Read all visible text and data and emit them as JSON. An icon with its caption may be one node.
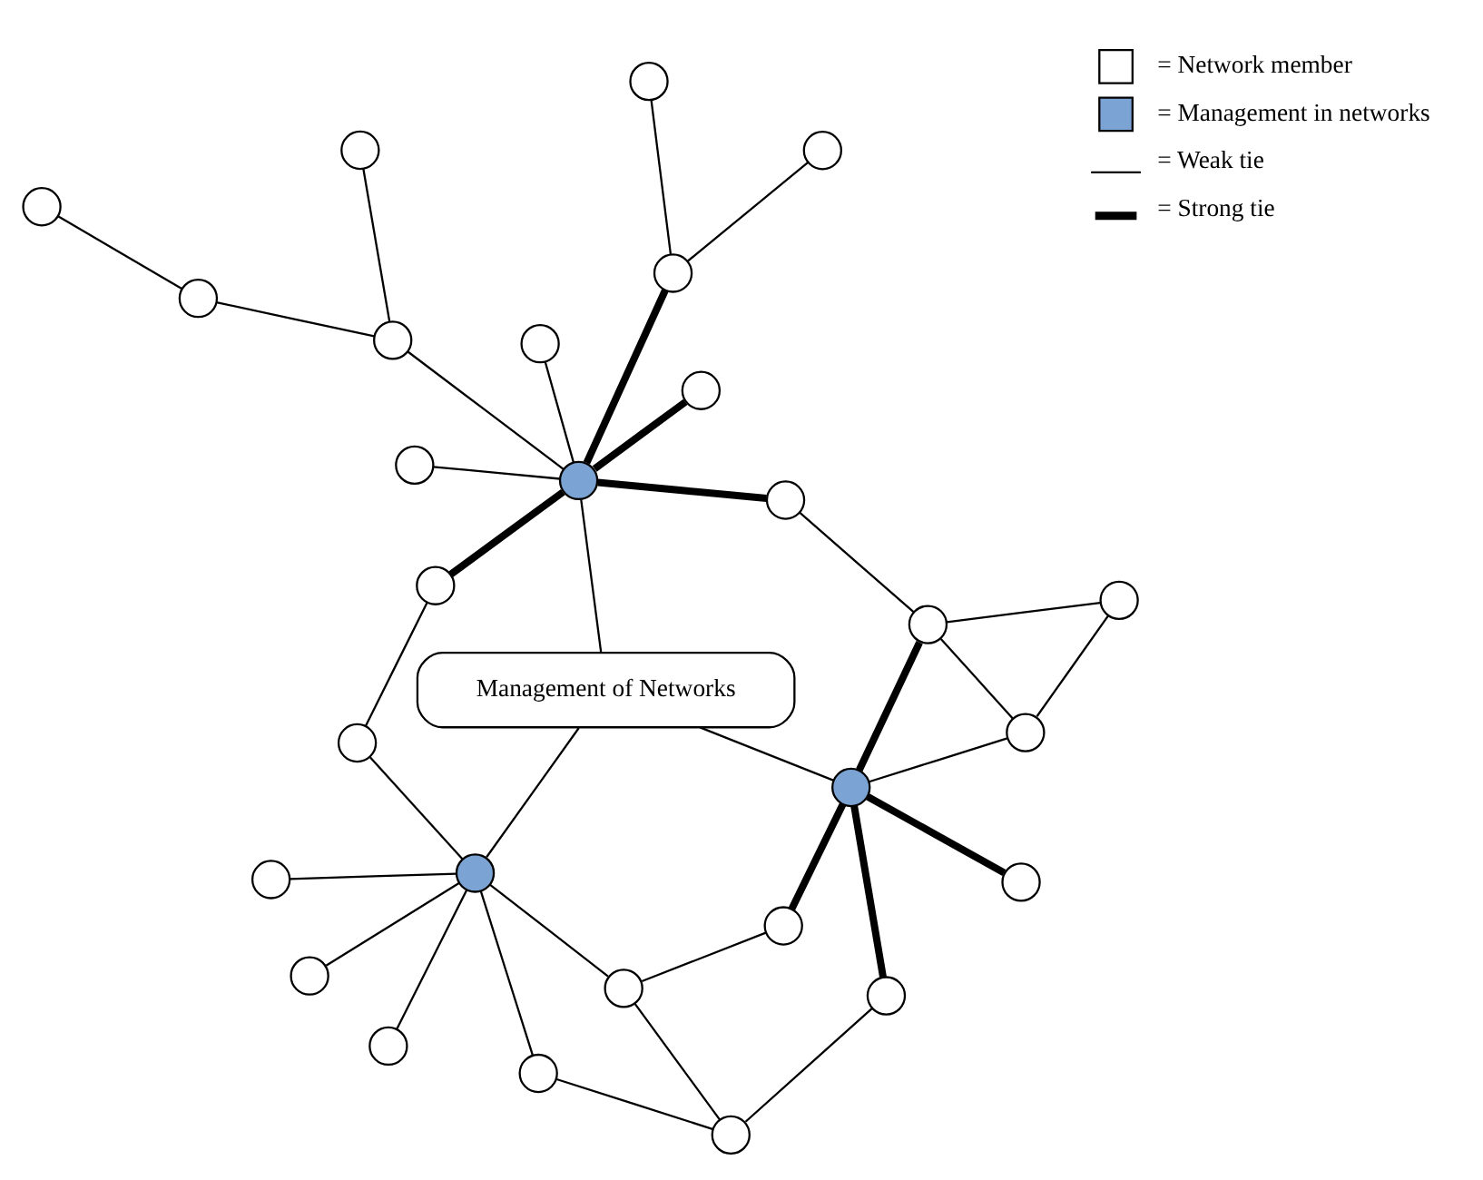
{
  "diagram": {
    "nodes": [
      {
        "text": [
          "Management of Networks"
        ]
      },
      {
        "text": [],
        "shape": "circle"
      },
      {
        "text": [],
        "shape": "circle"
      },
      {
        "text": [],
        "shape": "circle"
      },
      {
        "text": [],
        "shape": "circle"
      },
      {
        "text": [],
        "shape": "circle"
      },
      {
        "text": [],
        "shape": "circle"
      },
      {
        "text": [],
        "shape": "circle"
      },
      {
        "text": [],
        "shape": "circle"
      },
      {
        "text": [],
        "shape": "circle"
      },
      {
        "text": [],
        "shape": "circle"
      },
      {
        "text": [],
        "shape": "circle"
      },
      {
        "text": [],
        "shape": "circle"
      },
      {
        "text": [],
        "shape": "circle"
      },
      {
        "text": [],
        "shape": "circle"
      },
      {
        "text": [],
        "shape": "circle"
      },
      {
        "text": [],
        "shape": "circle"
      },
      {
        "text": [],
        "shape": "circle"
      },
      {
        "text": [],
        "shape": "circle"
      },
      {
        "text": [],
        "shape": "circle"
      },
      {
        "text": [],
        "shape": "circle"
      },
      {
        "text": [],
        "shape": "circle"
      },
      {
        "text": [],
        "shape": "circle"
      },
      {
        "text": [],
        "shape": "circle"
      },
      {
        "text": [],
        "shape": "circle"
      },
      {
        "text": [],
        "shape": "circle"
      },
      {
        "text": [],
        "shape": "circle"
      },
      {
        "text": [],
        "shape": "circle"
      },
      {
        "text": [],
        "shape": "circle"
      }
    ],
    "edges": [
      {
        "from": 0,
        "to": 17,
        "arrow": "none"
      },
      {
        "from": 0,
        "to": 4,
        "arrow": "none"
      },
      {
        "from": 0,
        "to": 19,
        "arrow": "none"
      },
      {
        "from": 17,
        "to": 6,
        "arrow": "none",
        "style": "thick"
      },
      {
        "from": 17,
        "to": 12,
        "arrow": "none",
        "style": "thick"
      },
      {
        "from": 17,
        "to": 23,
        "arrow": "none",
        "style": "thick"
      },
      {
        "from": 17,
        "to": 24,
        "arrow": "none",
        "style": "thick"
      },
      {
        "from": 17,
        "to": 16,
        "arrow": "none"
      },
      {
        "from": 16,
        "to": 24,
        "arrow": "none"
      },
      {
        "from": 16,
        "to": 27,
        "arrow": "none"
      },
      {
        "from": 27,
        "to": 24,
        "arrow": "none"
      },
      {
        "from": 24,
        "to": 28,
        "arrow": "none"
      },
      {
        "from": 12,
        "to": 13,
        "arrow": "none"
      },
      {
        "from": 23,
        "to": 14,
        "arrow": "none"
      },
      {
        "from": 13,
        "to": 14,
        "arrow": "none"
      },
      {
        "from": 13,
        "to": 2,
        "arrow": "none"
      },
      {
        "from": 2,
        "to": 4,
        "arrow": "none"
      },
      {
        "from": 4,
        "to": 14,
        "arrow": "none"
      },
      {
        "from": 4,
        "to": 3,
        "arrow": "none"
      },
      {
        "from": 4,
        "to": 1,
        "arrow": "none"
      },
      {
        "from": 4,
        "to": 5,
        "arrow": "none"
      },
      {
        "from": 4,
        "to": 18,
        "arrow": "none"
      },
      {
        "from": 18,
        "to": 22,
        "arrow": "none"
      },
      {
        "from": 22,
        "to": 19,
        "arrow": "none",
        "style": "thick"
      },
      {
        "from": 19,
        "to": 7,
        "arrow": "none"
      },
      {
        "from": 19,
        "to": 11,
        "arrow": "none",
        "style": "thick"
      },
      {
        "from": 11,
        "to": 8,
        "arrow": "none"
      },
      {
        "from": 11,
        "to": 9,
        "arrow": "none"
      },
      {
        "from": 19,
        "to": 10,
        "arrow": "none",
        "style": "thick"
      },
      {
        "from": 19,
        "to": 20,
        "arrow": "none"
      },
      {
        "from": 20,
        "to": 15,
        "arrow": "none"
      },
      {
        "from": 15,
        "to": 21,
        "arrow": "none"
      },
      {
        "from": 20,
        "to": 25,
        "arrow": "none"
      },
      {
        "from": 19,
        "to": 26,
        "arrow": "none"
      },
      {
        "from": 19,
        "to": 28,
        "arrow": "none",
        "style": "thick"
      }
    ],
    "legend": [
      {
        "text": "= Network member",
        "color": "#ffffff"
      },
      {
        "text": "= Management in networks",
        "color": "#7ba3d4"
      },
      {
        "text": "= Weak tie"
      },
      {
        "text": "= Strong tie"
      }
    ]
  }
}
